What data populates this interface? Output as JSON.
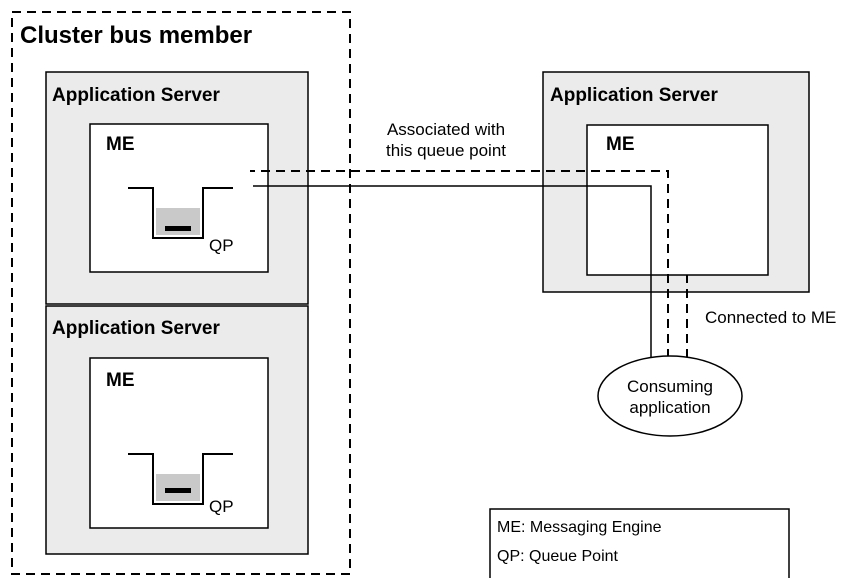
{
  "cluster": {
    "title": "Cluster bus member"
  },
  "server_top_left": {
    "title": "Application Server",
    "engine": "ME",
    "queue_label": "QP"
  },
  "server_bottom_left": {
    "title": "Application Server",
    "engine": "ME",
    "queue_label": "QP"
  },
  "server_right": {
    "title": "Application Server",
    "engine": "ME"
  },
  "annotations": {
    "associated_line1": "Associated with",
    "associated_line2": "this queue point",
    "connected": "Connected to ME"
  },
  "consumer": {
    "line1": "Consuming",
    "line2": "application"
  },
  "legend": {
    "items": [
      "ME: Messaging Engine",
      "QP: Queue Point"
    ]
  },
  "colors": {
    "server_fill": "#ebebeb",
    "engine_fill": "#ffffff",
    "stroke": "#000000"
  }
}
